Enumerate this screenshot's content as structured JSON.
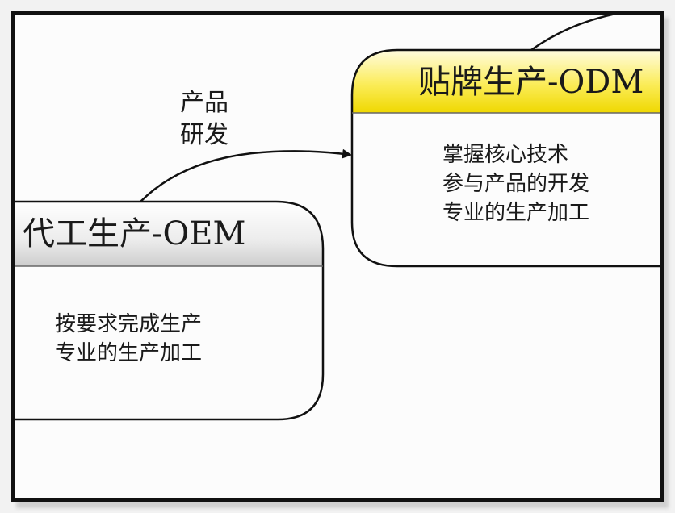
{
  "diagram": {
    "oem": {
      "title": "代工生产-OEM",
      "lines": [
        "按要求完成生产",
        "专业的生产加工"
      ]
    },
    "odm": {
      "title": "贴牌生产-ODM",
      "lines": [
        "掌握核心技术",
        "参与产品的开发",
        "专业的生产加工"
      ]
    },
    "arrow_label": [
      "产品",
      "研发"
    ],
    "colors": {
      "odm_header_top": "#fffbd0",
      "odm_header_bottom": "#f2dd00",
      "oem_header_top": "#ffffff",
      "oem_header_bottom": "#d4d4d4",
      "outline": "#111111"
    }
  }
}
